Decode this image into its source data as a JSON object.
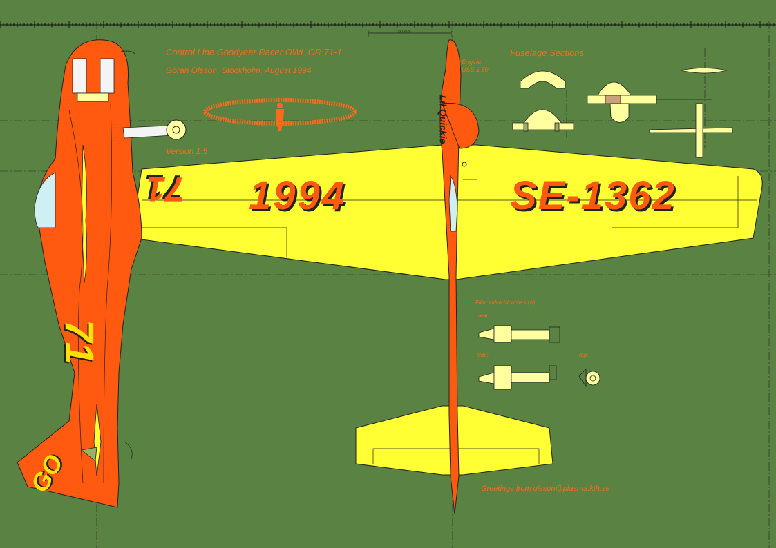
{
  "title": "Control Line Goodyear Racer OWL OR 71-1",
  "author": "Göran Olsson, Stockholm, August 1994",
  "version": "Version 1.5",
  "fuselage_sections_label": "Fuselage Sections",
  "engine_label_1": "Engine:",
  "engine_label_2": "USE 1.50",
  "scale_label": "100 mm",
  "registration_year": "1994",
  "registration_code": "SE-1362",
  "wing_race_number": "71",
  "fuselage_race_number": "71",
  "fuselage_prefix": "GO",
  "fuselage_name": "Lil Quickie",
  "filler_valve_label": "Filler valve (double size)",
  "view_rear": "rear:",
  "view_side": "side:",
  "view_top": "top:",
  "greetings": "Greetings from olsson@plasma.kth.se",
  "colors": {
    "background": "#5a8242",
    "fuselage": "#ff5a0f",
    "wing": "#ffff33",
    "pale": "#ffffa0",
    "outline": "#222222"
  }
}
